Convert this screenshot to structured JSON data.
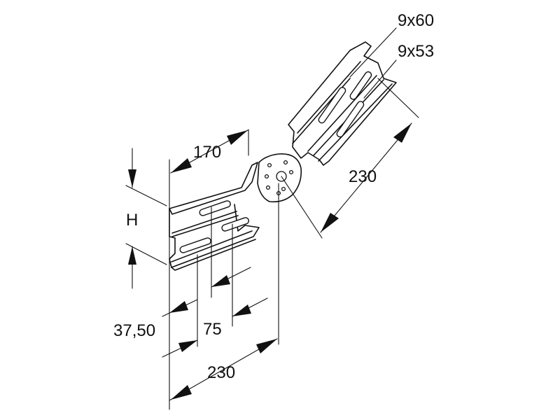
{
  "dimensions": {
    "slot_upper": "9x60",
    "slot_lower": "9x53",
    "height": "H",
    "top_width": "170",
    "arm_length": "230",
    "bottom_length": "230",
    "offset_small": "37,50",
    "offset_mid": "75"
  },
  "colors": {
    "ink": "#111111",
    "paper": "#ffffff"
  }
}
